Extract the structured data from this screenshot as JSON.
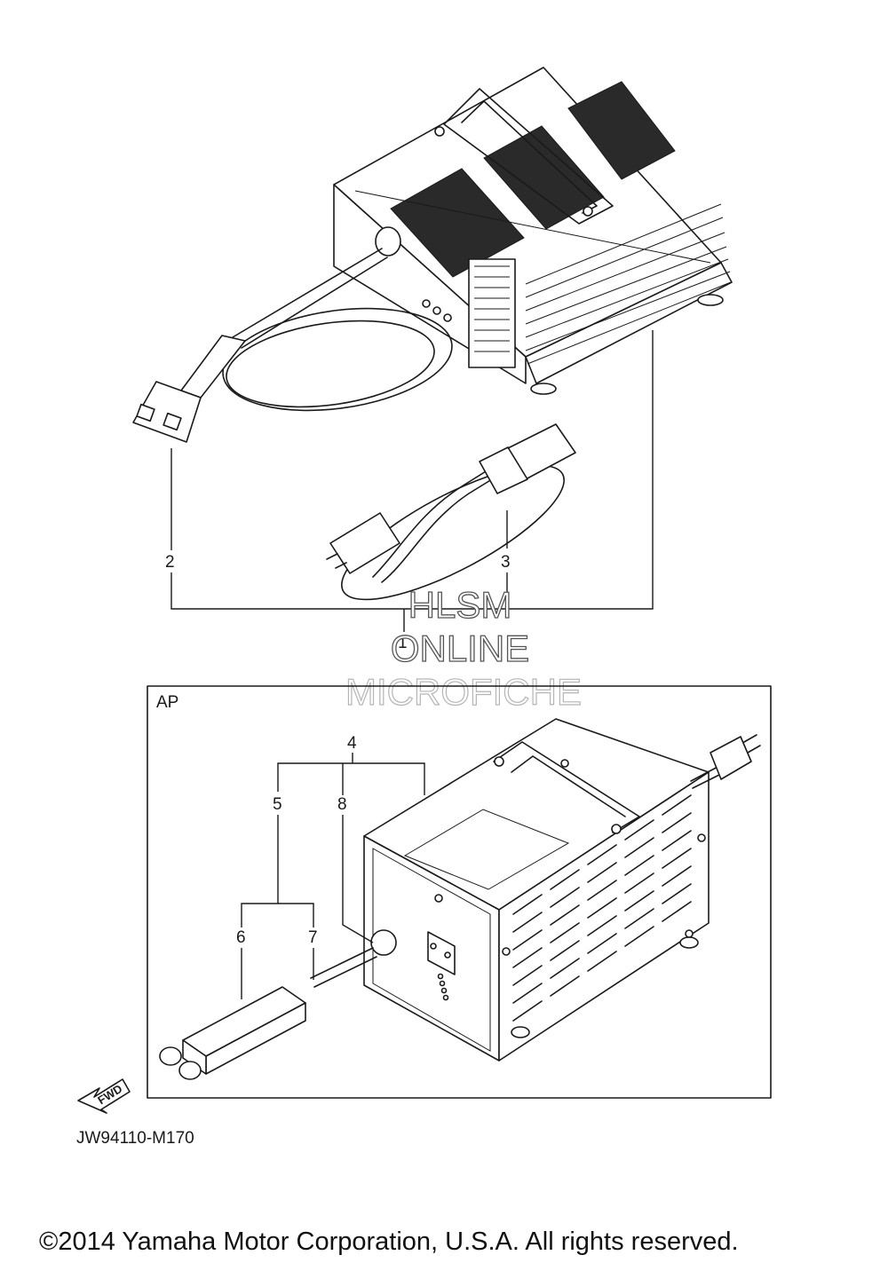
{
  "callouts": {
    "c1": "1",
    "c2": "2",
    "c3": "3",
    "c4": "4",
    "c5": "5",
    "c6": "6",
    "c7": "7",
    "c8": "8"
  },
  "watermark": {
    "line1": "HLSM",
    "line2": "ONLINE",
    "line3": "MICROFICHE"
  },
  "inset": {
    "label": "AP"
  },
  "fwd_arrow": {
    "label": "FWD"
  },
  "diagram_code": "JW94110-M170",
  "copyright": "©2014 Yamaha Motor Corporation, U.S.A. All rights reserved.",
  "colors": {
    "line": "#1a1a1a",
    "background": "#ffffff"
  }
}
